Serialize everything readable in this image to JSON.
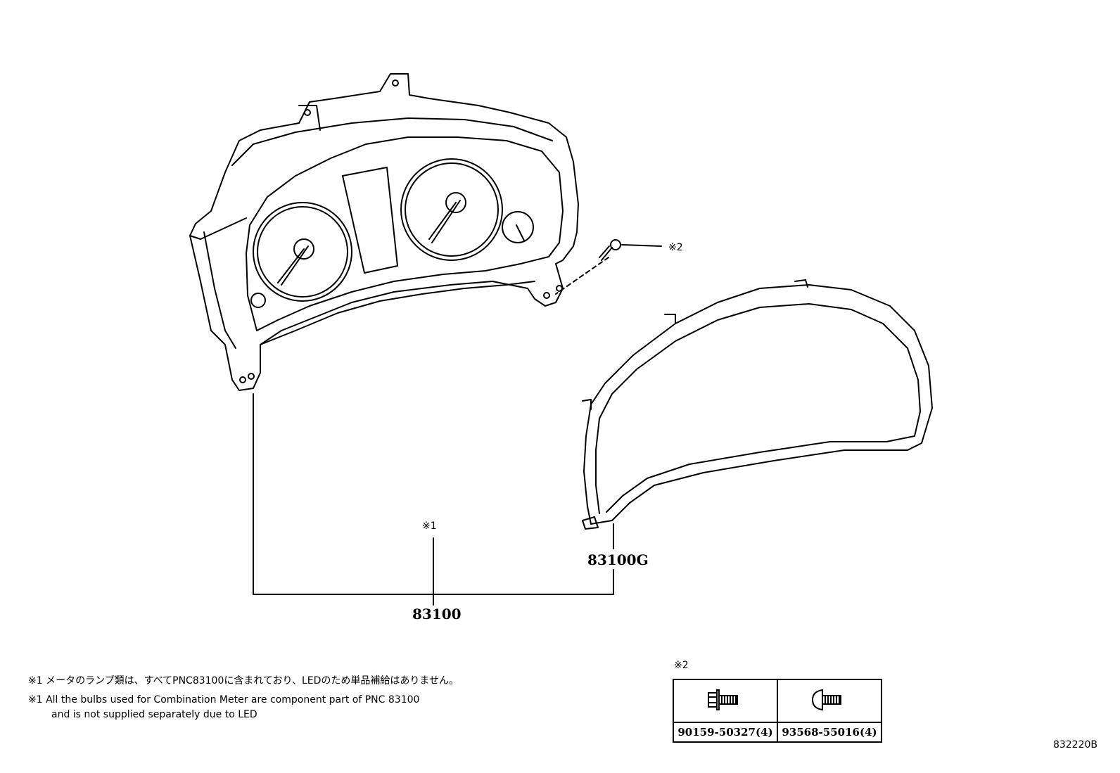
{
  "labels": {
    "part_main": "83100",
    "part_glass": "83100G",
    "ref_1": "※1",
    "ref_2": "※2"
  },
  "notes": {
    "jp": "※1 メータのランプ類は、すべてPNC83100に含まれており、LEDのため単品補給はありません。",
    "en_line1": "※1 All the bulbs used for Combination Meter are component part of PNC 83100",
    "en_line2": "and is not supplied separately due to LED"
  },
  "fastener_table": {
    "heading": "※2",
    "items": [
      {
        "part_number": "90159-50327(4)",
        "icon": "flange-bolt-icon"
      },
      {
        "part_number": "93568-55016(4)",
        "icon": "pan-head-screw-icon"
      }
    ]
  },
  "diagram_code": "832220B"
}
